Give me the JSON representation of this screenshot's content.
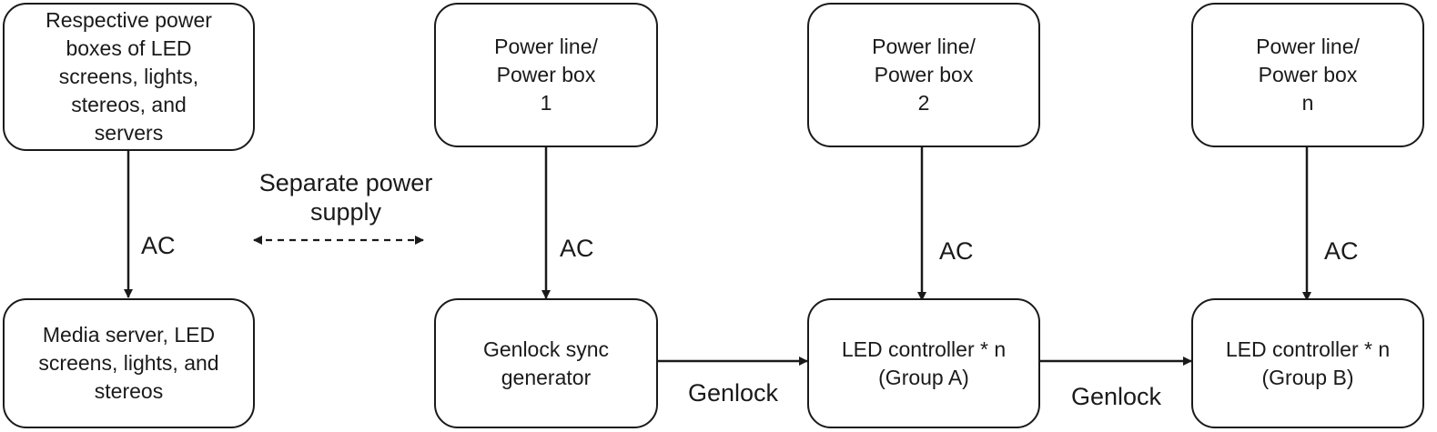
{
  "boxes": {
    "power_boxes_servers": "Respective power\nboxes of LED\nscreens, lights,\nstereos, and\nservers",
    "power_box_1": "Power line/\nPower box\n1",
    "power_box_2": "Power line/\nPower box\n2",
    "power_box_n": "Power line/\nPower box\nn",
    "media_server": "Media server, LED\nscreens, lights, and\nstereos",
    "genlock_generator": "Genlock sync\ngenerator",
    "led_controller_a": "LED controller * n\n(Group A)",
    "led_controller_b": "LED controller * n\n(Group B)"
  },
  "labels": {
    "ac_left": "AC",
    "ac_1": "AC",
    "ac_2": "AC",
    "ac_n": "AC",
    "separate_power": "Separate power\nsupply",
    "genlock_1": "Genlock",
    "genlock_2": "Genlock"
  },
  "colors": {
    "stroke": "#1a1a1a",
    "background": "#ffffff"
  }
}
